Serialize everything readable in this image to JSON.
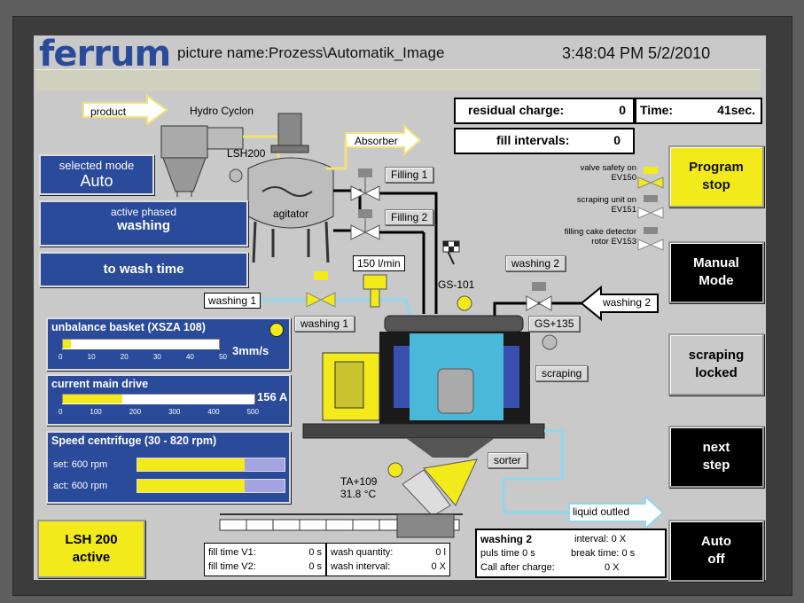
{
  "header": {
    "logo": "ferrum",
    "picture_name": "picture name:Prozess\\Automatik_Image",
    "clock": "3:48:04 PM  5/2/2010"
  },
  "process": {
    "product": "product",
    "hydro_cyclon": "Hydro Cyclon",
    "absorber": "Absorber",
    "lsh200": "LSH200",
    "agitator": "agitator",
    "filling1": "Filling 1",
    "filling2": "Filling 2",
    "flow": "150 l/min",
    "gs101": "GS-101",
    "washing1_arrow": "washing 1",
    "washing1_btn": "washing 1",
    "washing2_btn": "washing 2",
    "washing2_arrow": "washing 2",
    "gs135": "GS+135",
    "scraping": "scraping",
    "ta109": "TA+109",
    "ta109_value": "31.8 °C",
    "sorter": "sorter",
    "liquid_outled": "liquid outled"
  },
  "status": {
    "residual_charge_label": "residual charge:",
    "residual_charge_value": "0",
    "time_label": "Time:",
    "time_value": "41sec.",
    "fill_intervals_label": "fill intervals:",
    "fill_intervals_value": "0"
  },
  "valves": {
    "safety_l1": "valve safety on",
    "safety_l2": "EV150",
    "scraping_l1": "scraping unit on",
    "scraping_l2": "EV151",
    "cake_l1": "filling cake detector",
    "cake_l2": "rotor  EV153"
  },
  "left": {
    "selected_mode_label": "selected mode",
    "selected_mode_value": "Auto",
    "phase_label": "active phased",
    "phase_value": "washing",
    "wash_time": "to wash time"
  },
  "unbalance": {
    "title": "unbalance basket (XSZA 108)",
    "value": "3mm/s",
    "ticks": [
      "0",
      "10",
      "20",
      "30",
      "40",
      "50"
    ],
    "level": 0.05
  },
  "current": {
    "title": "current main drive",
    "value": "156 A",
    "ticks": [
      "0",
      "100",
      "200",
      "300",
      "400",
      "500"
    ],
    "level": 0.31
  },
  "speed": {
    "title": "Speed centrifuge (30 - 820 rpm)",
    "set_label": "set: 600 rpm",
    "act_label": "act: 600 rpm",
    "set_level": 0.73,
    "act_level": 0.73
  },
  "lsh_button": {
    "l1": "LSH 200",
    "l2": "active"
  },
  "fill_times": {
    "v1_label": "fill time V1:",
    "v1_value": "0 s",
    "v2_label": "fill time V2:",
    "v2_value": "0 s"
  },
  "wash_info": {
    "qty_label": "wash quantity:",
    "qty_value": "0 l",
    "interval_label": "wash interval:",
    "interval_value": "0 X"
  },
  "washing2_info": {
    "title": "washing 2",
    "interval": "interval:  0 X",
    "puls": "puls time  0 s",
    "break": "break time:  0 s",
    "call": "Call after charge:",
    "call_value": "0 X"
  },
  "right_buttons": {
    "program_stop": [
      "Program",
      "stop"
    ],
    "manual": [
      "Manual",
      "Mode"
    ],
    "scraping": [
      "scraping",
      "locked"
    ],
    "next": [
      "next",
      "step"
    ],
    "auto_off": [
      "Auto",
      "off"
    ]
  },
  "colors": {
    "yellow": "#f2ea1a",
    "blue": "#2a4a9a",
    "pipe": "#8fd8f0"
  }
}
